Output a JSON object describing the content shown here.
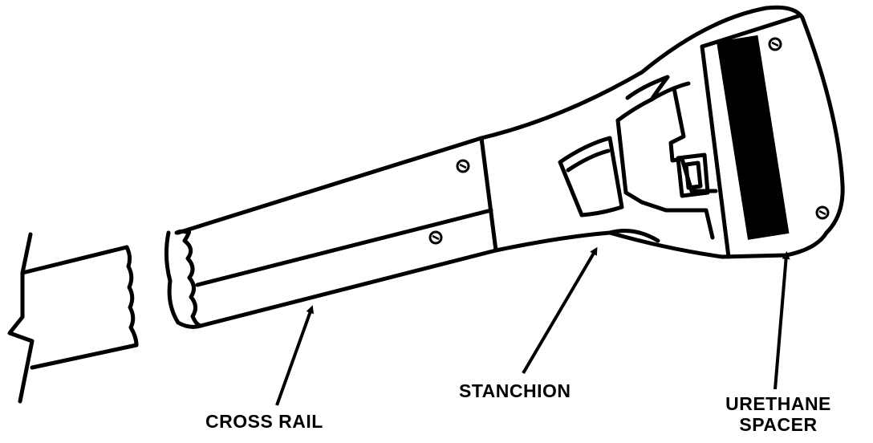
{
  "diagram": {
    "labels": {
      "cross_rail": "CROSS RAIL",
      "stanchion": "STANCHION",
      "urethane_spacer_line1": "URETHANE",
      "urethane_spacer_line2": "SPACER"
    },
    "colors": {
      "ink": "#000000",
      "paper": "#ffffff"
    }
  }
}
